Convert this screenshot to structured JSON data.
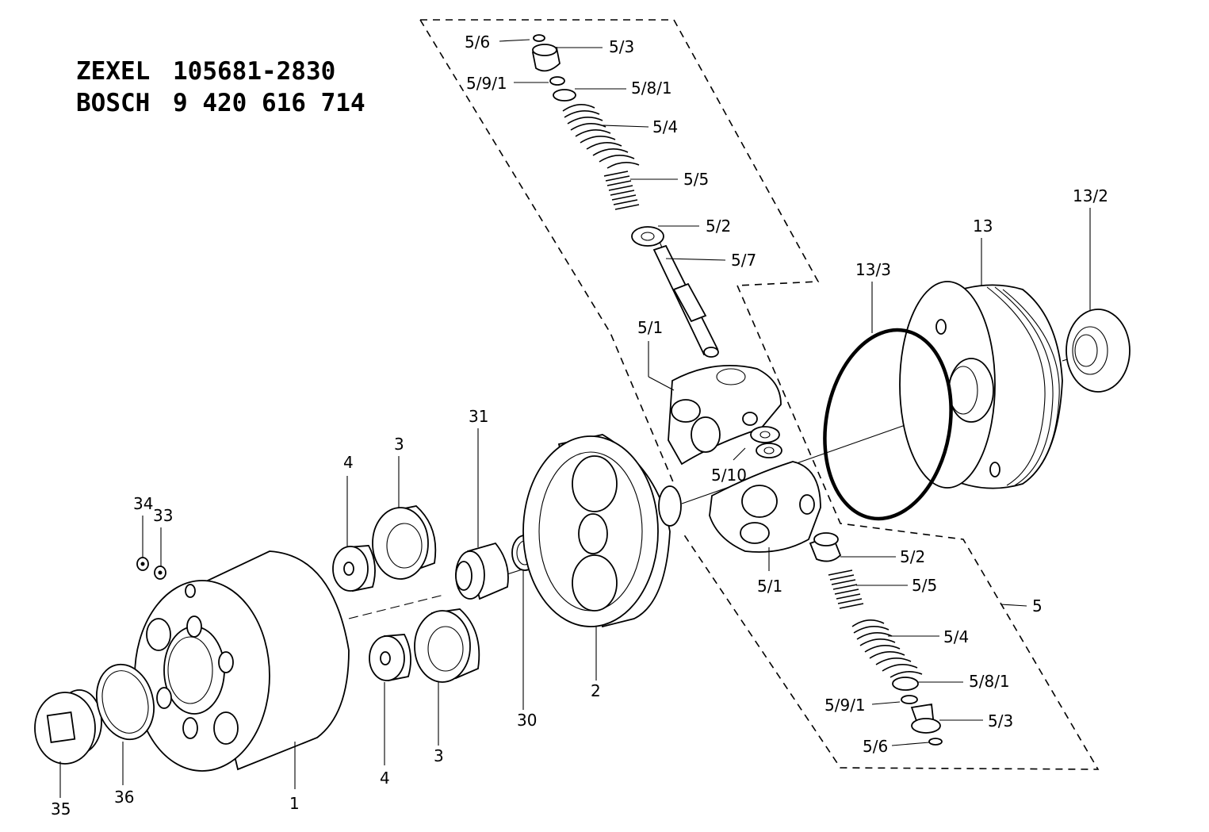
{
  "header": {
    "zexel_brand": "ZEXEL",
    "zexel_number": "105681-2830",
    "bosch_brand": "BOSCH",
    "bosch_number": "9 420 616 714"
  },
  "labels": {
    "p1": "1",
    "p2": "2",
    "p3_top": "3",
    "p3_bottom": "3",
    "p4_top": "4",
    "p4_bottom": "4",
    "p5": "5",
    "p5_1_top": "5/1",
    "p5_1_bottom": "5/1",
    "p5_2_top": "5/2",
    "p5_2_bottom": "5/2",
    "p5_3_top": "5/3",
    "p5_3_bottom": "5/3",
    "p5_4_top": "5/4",
    "p5_4_bottom": "5/4",
    "p5_5_top": "5/5",
    "p5_5_bottom": "5/5",
    "p5_6_top": "5/6",
    "p5_6_bottom": "5/6",
    "p5_7": "5/7",
    "p5_8_1_top": "5/8/1",
    "p5_8_1_bottom": "5/8/1",
    "p5_9_1_top": "5/9/1",
    "p5_9_1_bottom": "5/9/1",
    "p5_10": "5/10",
    "p13": "13",
    "p13_2": "13/2",
    "p13_3": "13/3",
    "p30": "30",
    "p31": "31",
    "p33": "33",
    "p34": "34",
    "p35": "35",
    "p36": "36"
  }
}
